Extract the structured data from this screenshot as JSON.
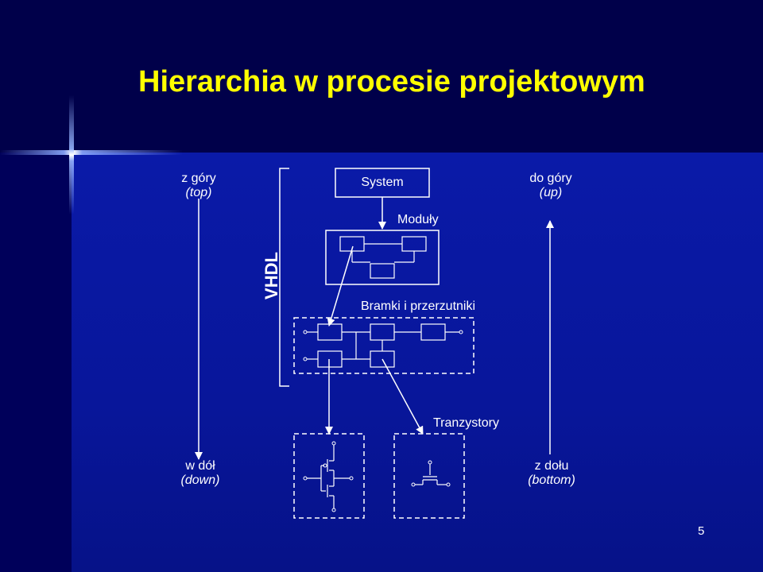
{
  "slide": {
    "title": "Hierarchia w procesie projektowym",
    "page_number": "5"
  },
  "labels": {
    "top_left_line1": "z góry",
    "top_left_line2": "(top)",
    "bottom_left_line1": "w dół",
    "bottom_left_line2": "(down)",
    "top_right_line1": "do góry",
    "top_right_line2": "(up)",
    "bottom_right_line1": "z dołu",
    "bottom_right_line2": "(bottom)",
    "system": "System",
    "modules": "Moduły",
    "gates": "Bramki i przerzutniki",
    "transistors": "Tranzystory",
    "vhdl": "VHDL"
  },
  "colors": {
    "title": "#ffff00",
    "text": "#ffffff",
    "background": "#0a1aa8"
  }
}
